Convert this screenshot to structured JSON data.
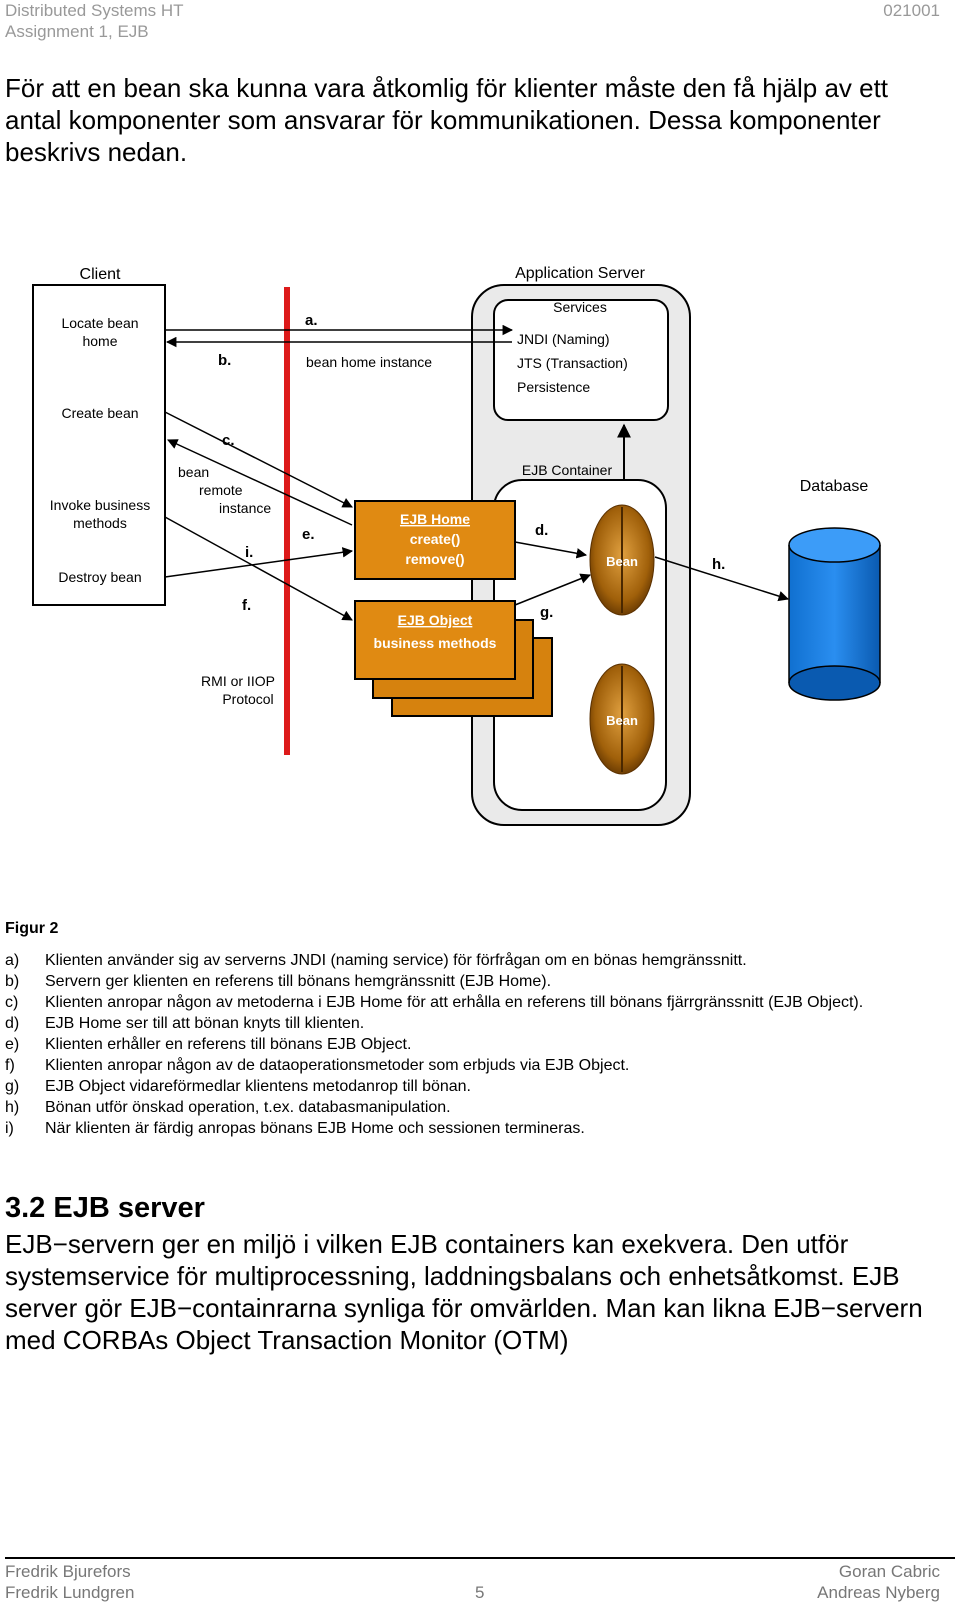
{
  "header": {
    "title": "Distributed Systems HT",
    "subtitle": "Assignment 1, EJB",
    "date": "021001"
  },
  "intro": "För att en bean ska kunna vara åtkomlig för klienter måste den få hjälp av ett antal komponenter som ansvarar för kommunikationen. Dessa komponenter beskrivs nedan.",
  "diagram": {
    "client_title": "Client",
    "client_locate": [
      "Locate bean",
      "home"
    ],
    "client_create": "Create bean",
    "client_invoke": [
      "Invoke business",
      "methods"
    ],
    "client_destroy": "Destroy bean",
    "app_server_title": "Application Server",
    "services_title": "Services",
    "services": [
      "JNDI (Naming)",
      "JTS (Transaction)",
      "Persistence"
    ],
    "container_title": "EJB Container",
    "database_label": "Database",
    "ejb_home": [
      "EJB Home",
      "create()",
      "remove()"
    ],
    "ejb_object": [
      "EJB Object",
      "business methods"
    ],
    "bean_label": "Bean",
    "protocol": [
      "RMI or IIOP",
      "Protocol"
    ],
    "bean_home_instance": "bean home instance",
    "bean_remote_instance": [
      "bean",
      "remote",
      "instance"
    ],
    "arrow_labels": {
      "a": "a.",
      "b": "b.",
      "c": "c.",
      "d": "d.",
      "e": "e.",
      "f": "f.",
      "g": "g.",
      "h": "h.",
      "i": "i."
    }
  },
  "figure_caption": "Figur 2",
  "steps": [
    {
      "letter": "a)",
      "text": "Klienten använder sig av serverns JNDI (naming service) för förfrågan om en bönas hemgränssnitt."
    },
    {
      "letter": "b)",
      "text": "Servern ger klienten en referens till bönans hemgränssnitt (EJB Home)."
    },
    {
      "letter": "c)",
      "text": "Klienten anropar någon av metoderna i EJB Home för att erhålla en referens till bönans fjärrgränssnitt (EJB Object)."
    },
    {
      "letter": "d)",
      "text": "EJB Home ser till att bönan knyts till klienten."
    },
    {
      "letter": "e)",
      "text": "Klienten erhåller en referens till bönans EJB Object."
    },
    {
      "letter": "f)",
      "text": "Klienten anropar någon av de dataoperationsmetoder som erbjuds via EJB Object."
    },
    {
      "letter": "g)",
      "text": "EJB Object vidareförmedlar klientens metodanrop till bönan."
    },
    {
      "letter": "h)",
      "text": "Bönan utför önskad operation, t.ex. databasmanipulation."
    },
    {
      "letter": "i)",
      "text": "När klienten är färdig anropas bönans EJB Home och sessionen termineras."
    }
  ],
  "section": {
    "title": "3.2 EJB server",
    "body": "EJB−servern ger en miljö i vilken EJB containers kan exekvera. Den utför systemservice för multiprocessning, laddningsbalans och enhetsåtkomst. EJB server gör EJB−containrarna synliga för omvärlden. Man kan likna EJB−servern med CORBAs Object Transaction Monitor (OTM)"
  },
  "footer": {
    "left": [
      "Fredrik Bjurefors",
      "Fredrik Lundgren"
    ],
    "page": "5",
    "right": [
      "Goran Cabric",
      "Andreas Nyberg"
    ]
  }
}
